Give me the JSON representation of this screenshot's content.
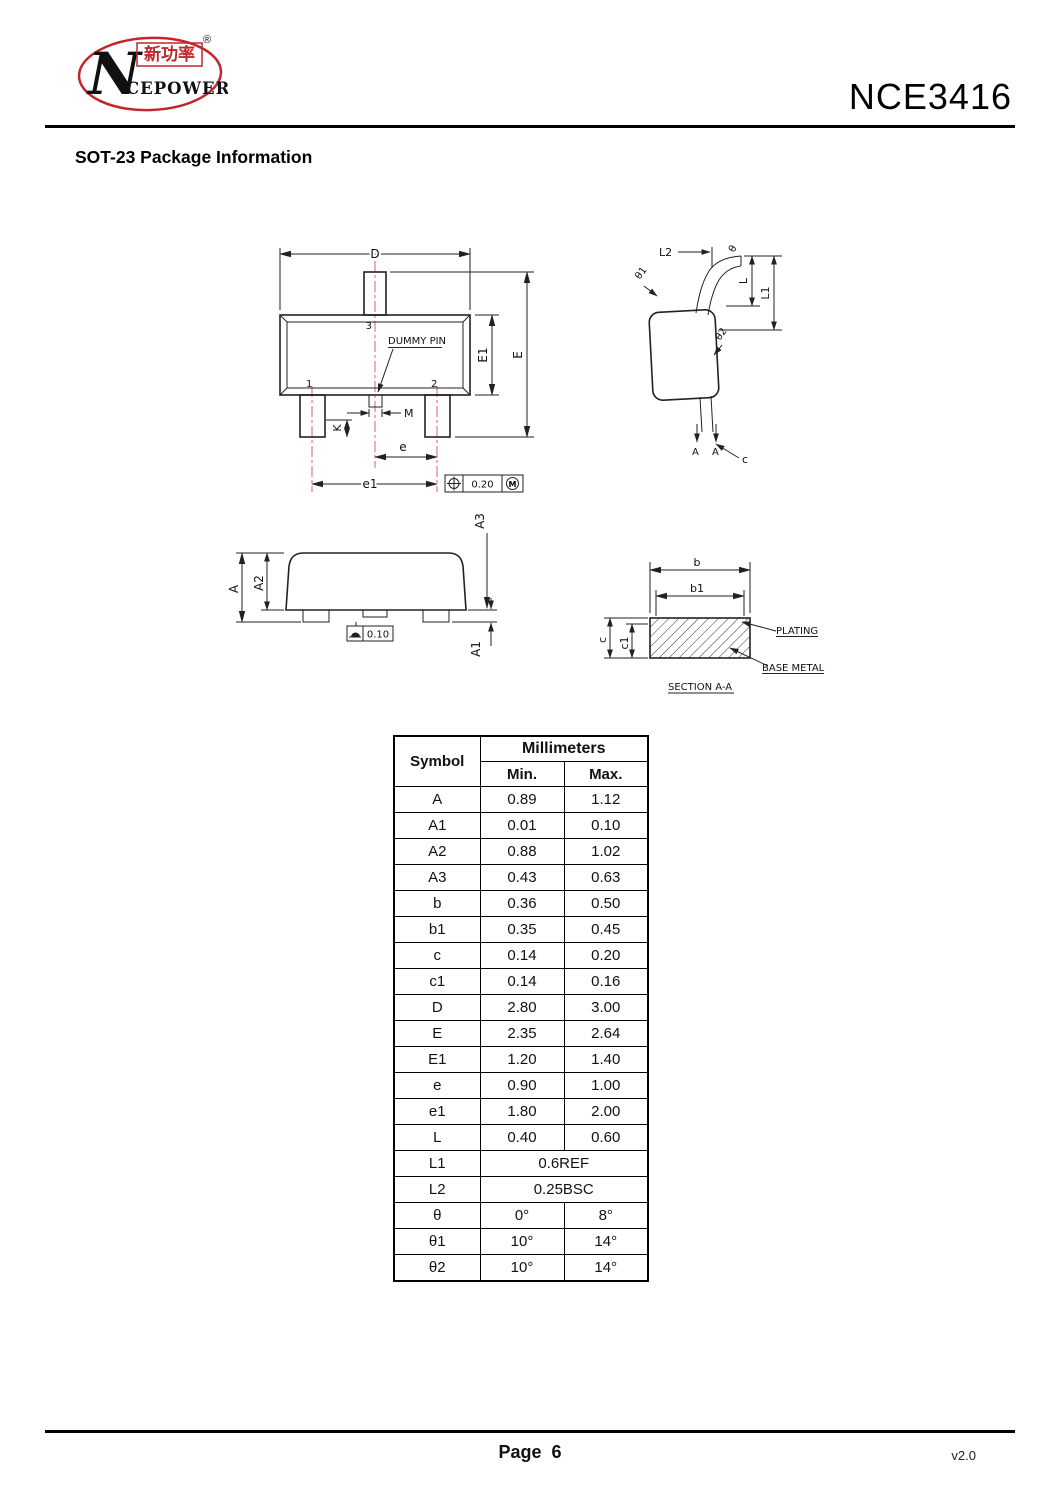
{
  "logo": {
    "n": "N",
    "cn": "新功率",
    "en": "CEPOWER",
    "registered": "®"
  },
  "header": {
    "part_number": "NCE3416"
  },
  "section_title": "SOT-23 Package Information",
  "drawings": {
    "top_view": {
      "d": "D",
      "pin3": "3",
      "dummy_pin": "DUMMY PIN",
      "pin1": "1",
      "pin2": "2",
      "e1_body": "E1",
      "e_overall": "E",
      "m": "M",
      "k": "K",
      "e": "e",
      "e1_pitch": "e1",
      "tolerance": "0.20",
      "modifier": "M"
    },
    "side_view": {
      "a": "A",
      "a2": "A2",
      "a1": "A1",
      "a3": "A3",
      "flatness": "0.10"
    },
    "lead_profile": {
      "l2": "L2",
      "l": "L",
      "l1": "L1",
      "theta": "θ",
      "theta1": "θ1",
      "theta2": "θ2",
      "section_a_left": "A",
      "section_a_right": "A",
      "c": "c"
    },
    "section_view": {
      "b": "b",
      "b1": "b1",
      "c": "c",
      "c1": "c1",
      "plating": "PLATING",
      "base_metal": "BASE METAL",
      "caption": "SECTION A-A"
    }
  },
  "table": {
    "symbol_header": "Symbol",
    "unit_header": "Millimeters",
    "min_header": "Min.",
    "max_header": "Max.",
    "rows": [
      {
        "symbol": "A",
        "min": "0.89",
        "max": "1.12"
      },
      {
        "symbol": "A1",
        "min": "0.01",
        "max": "0.10"
      },
      {
        "symbol": "A2",
        "min": "0.88",
        "max": "1.02"
      },
      {
        "symbol": "A3",
        "min": "0.43",
        "max": "0.63"
      },
      {
        "symbol": "b",
        "min": "0.36",
        "max": "0.50"
      },
      {
        "symbol": "b1",
        "min": "0.35",
        "max": "0.45"
      },
      {
        "symbol": "c",
        "min": "0.14",
        "max": "0.20"
      },
      {
        "symbol": "c1",
        "min": "0.14",
        "max": "0.16"
      },
      {
        "symbol": "D",
        "min": "2.80",
        "max": "3.00"
      },
      {
        "symbol": "E",
        "min": "2.35",
        "max": "2.64"
      },
      {
        "symbol": "E1",
        "min": "1.20",
        "max": "1.40"
      },
      {
        "symbol": "e",
        "min": "0.90",
        "max": "1.00"
      },
      {
        "symbol": "e1",
        "min": "1.80",
        "max": "2.00"
      },
      {
        "symbol": "L",
        "min": "0.40",
        "max": "0.60"
      },
      {
        "symbol": "L1",
        "value": "0.6REF"
      },
      {
        "symbol": "L2",
        "value": "0.25BSC"
      },
      {
        "symbol": "θ",
        "min": "0°",
        "max": "8°"
      },
      {
        "symbol": "θ1",
        "min": "10°",
        "max": "14°"
      },
      {
        "symbol": "θ2",
        "min": "10°",
        "max": "14°"
      }
    ]
  },
  "footer": {
    "page_label": "Page  6",
    "version": "v2.0"
  }
}
